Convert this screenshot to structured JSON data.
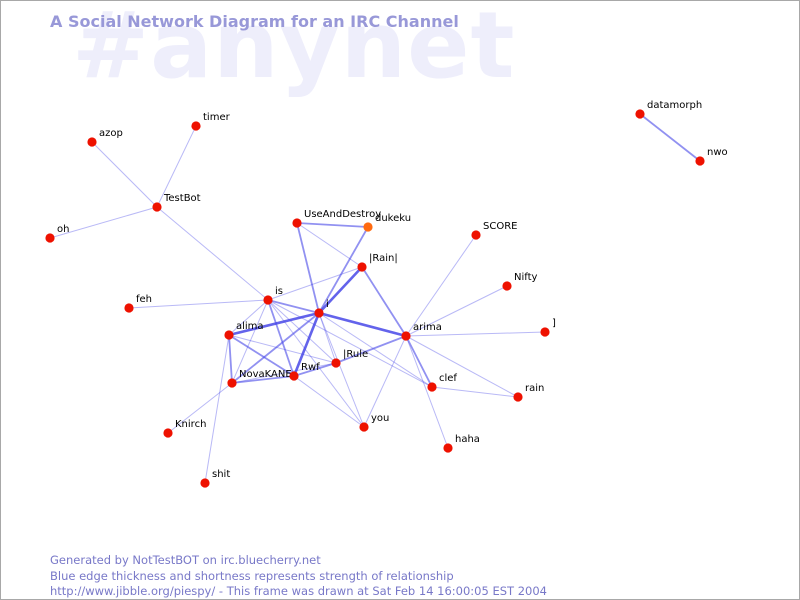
{
  "watermark": "#anynet",
  "title": "A Social Network Diagram for an IRC Channel",
  "footer": {
    "line1": "Generated by NotTestBOT on irc.bluecherry.net",
    "line2": "Blue edge thickness and shortness represents strength of relationship",
    "line3": "http://www.jibble.org/piespy/ - This frame was drawn at Sat Feb 14 16:00:05 EST 2004"
  },
  "colors": {
    "node": "#ee1100",
    "node_active": "#ff6a10",
    "edge": "#4848e8",
    "title": "#9898d8",
    "footer": "#7878c8",
    "watermark": "#eeeefb"
  },
  "nodes": [
    "i",
    "arima",
    "|Rain|",
    "is",
    "alima",
    "NovaKANE",
    "Rwf",
    "|Rule",
    "UseAndDestroy",
    "dukeku",
    "you",
    "clef",
    "rain",
    "haha",
    "Nifty",
    "]",
    "SCORE",
    "feh",
    "Knirch",
    "shit",
    "TestBot",
    "azop",
    "timer",
    "oh",
    "datamorph",
    "nwo"
  ],
  "edges": [
    {
      "a": "i",
      "b": "arima",
      "w": 3
    },
    {
      "a": "i",
      "b": "alima",
      "w": 3
    },
    {
      "a": "i",
      "b": "|Rain|",
      "w": 3
    },
    {
      "a": "i",
      "b": "Rwf",
      "w": 3
    },
    {
      "a": "i",
      "b": "dukeku",
      "w": 2
    },
    {
      "a": "i",
      "b": "UseAndDestroy",
      "w": 2
    },
    {
      "a": "i",
      "b": "NovaKANE",
      "w": 2
    },
    {
      "a": "i",
      "b": "is",
      "w": 2
    },
    {
      "a": "i",
      "b": "you",
      "w": 1
    },
    {
      "a": "i",
      "b": "clef",
      "w": 1
    },
    {
      "a": "i",
      "b": "|Rule",
      "w": 1
    },
    {
      "a": "arima",
      "b": "|Rain|",
      "w": 2
    },
    {
      "a": "arima",
      "b": "|Rule",
      "w": 2
    },
    {
      "a": "arima",
      "b": "clef",
      "w": 2
    },
    {
      "a": "arima",
      "b": "Nifty",
      "w": 1
    },
    {
      "a": "arima",
      "b": "]",
      "w": 1
    },
    {
      "a": "arima",
      "b": "SCORE",
      "w": 1
    },
    {
      "a": "arima",
      "b": "rain",
      "w": 1
    },
    {
      "a": "arima",
      "b": "haha",
      "w": 1
    },
    {
      "a": "arima",
      "b": "you",
      "w": 1
    },
    {
      "a": "clef",
      "b": "rain",
      "w": 1
    },
    {
      "a": "UseAndDestroy",
      "b": "dukeku",
      "w": 2
    },
    {
      "a": "UseAndDestroy",
      "b": "|Rain|",
      "w": 1
    },
    {
      "a": "|Rain|",
      "b": "is",
      "w": 1
    },
    {
      "a": "is",
      "b": "alima",
      "w": 1
    },
    {
      "a": "is",
      "b": "NovaKANE",
      "w": 1
    },
    {
      "a": "is",
      "b": "Rwf",
      "w": 2
    },
    {
      "a": "is",
      "b": "|Rule",
      "w": 1
    },
    {
      "a": "is",
      "b": "you",
      "w": 1
    },
    {
      "a": "is",
      "b": "TestBot",
      "w": 1
    },
    {
      "a": "is",
      "b": "feh",
      "w": 1
    },
    {
      "a": "is",
      "b": "clef",
      "w": 1
    },
    {
      "a": "alima",
      "b": "NovaKANE",
      "w": 2
    },
    {
      "a": "alima",
      "b": "Rwf",
      "w": 2
    },
    {
      "a": "alima",
      "b": "|Rule",
      "w": 1
    },
    {
      "a": "alima",
      "b": "shit",
      "w": 1
    },
    {
      "a": "NovaKANE",
      "b": "Rwf",
      "w": 2
    },
    {
      "a": "NovaKANE",
      "b": "|Rule",
      "w": 1
    },
    {
      "a": "NovaKANE",
      "b": "Knirch",
      "w": 1
    },
    {
      "a": "Rwf",
      "b": "|Rule",
      "w": 2
    },
    {
      "a": "Rwf",
      "b": "you",
      "w": 1
    },
    {
      "a": "TestBot",
      "b": "azop",
      "w": 1
    },
    {
      "a": "TestBot",
      "b": "timer",
      "w": 1
    },
    {
      "a": "TestBot",
      "b": "oh",
      "w": 1
    },
    {
      "a": "datamorph",
      "b": "nwo",
      "w": 2
    }
  ]
}
